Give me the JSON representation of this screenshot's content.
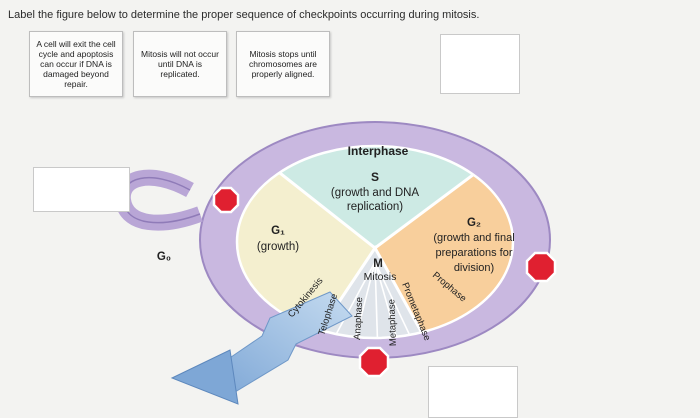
{
  "instruction": "Label the figure below to determine the proper sequence of checkpoints occurring during mitosis.",
  "label_cards": [
    {
      "text": "A cell will exit the cell cycle and apoptosis can occur if DNA is damaged beyond repair."
    },
    {
      "text": "Mitosis will not occur until DNA is replicated."
    },
    {
      "text": "Mitosis stops until chromosomes are properly aligned."
    }
  ],
  "figure": {
    "interphase": "Interphase",
    "s_title": "S",
    "s_line1": "(growth and DNA",
    "s_line2": "replication)",
    "g1_title": "G₁",
    "g1_desc": "(growth)",
    "g2_title": "G₂",
    "g2_line1": "(growth and final",
    "g2_line2": "preparations for",
    "g2_line3": "division)",
    "g0": "G₀",
    "m_title": "M",
    "mitosis": "Mitosis",
    "cytokinesis": "Cytokinesis",
    "telophase": "Telophase",
    "anaphase": "Anaphase",
    "metaphase": "Metaphase",
    "prometaphase": "Prometaphase",
    "prophase": "Prophase"
  },
  "colors": {
    "s_phase": "#cdeae4",
    "g1_phase": "#f4efcf",
    "g2_phase": "#f8cf9c",
    "mitosis_sector": "#dfe4ea",
    "ring": "#c9b8e0",
    "ring_edge": "#9d89c2",
    "arrow": "#8fb5dd",
    "checkpoint": "#e02030"
  }
}
